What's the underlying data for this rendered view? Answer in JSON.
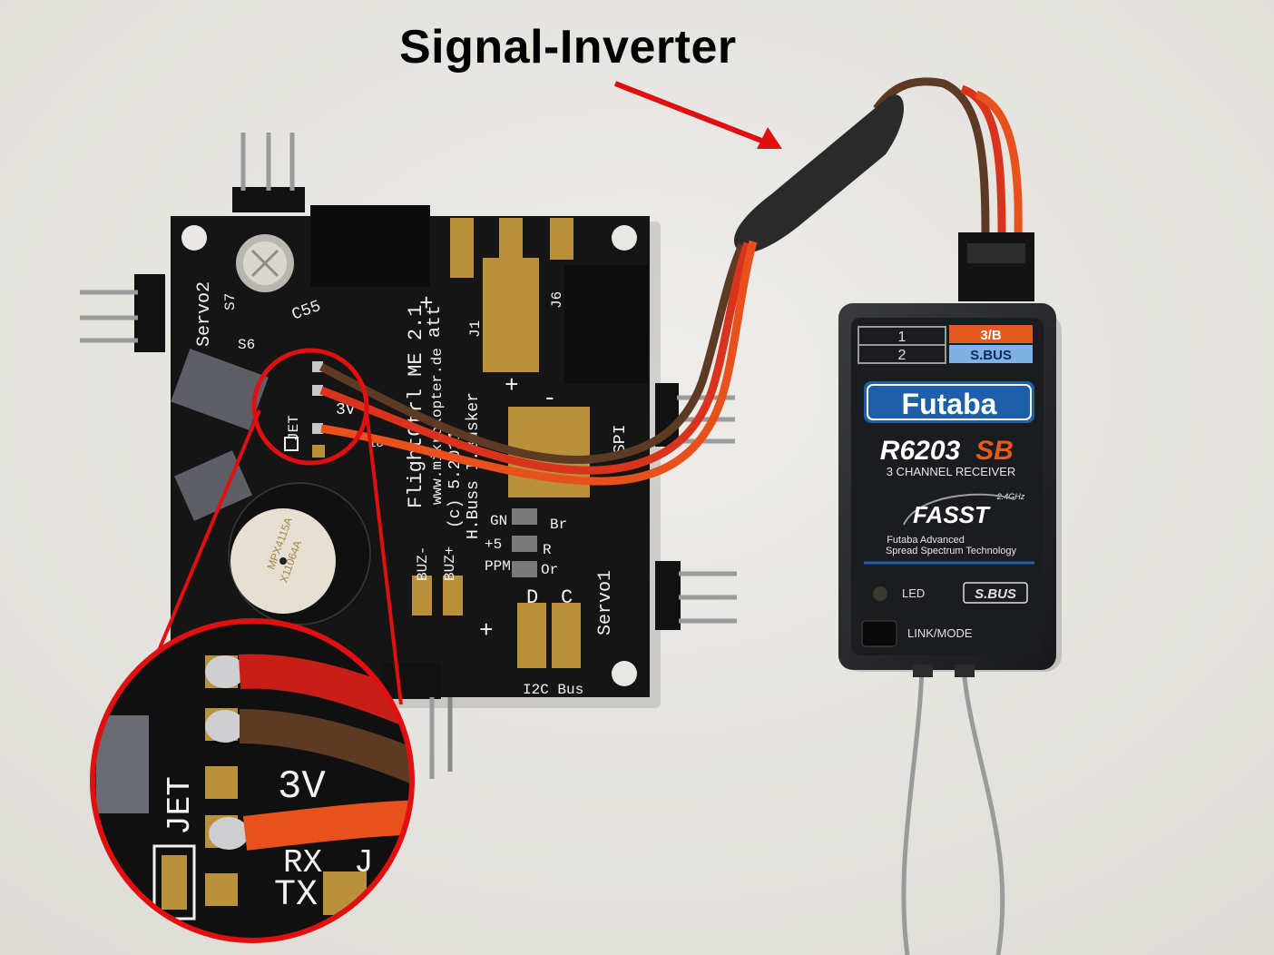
{
  "annotation": {
    "title": "Signal-Inverter",
    "arrow_color": "#e01010"
  },
  "flight_controller": {
    "silkscreen": {
      "servo2": "Servo2",
      "servo1": "Servo1",
      "s6": "S6",
      "s7": "S7",
      "c55": "C55",
      "jet": "JET",
      "v3": "3V",
      "board_name": "FlightCtrl ME 2.1",
      "website": "www.mikrokopter.de",
      "copyright": "(c) 5.2011",
      "author": "H.Buss I.Busker",
      "att": "att",
      "j1": "J1",
      "j6": "J6",
      "spi": "SPI",
      "plus_top": "+",
      "plus_mid": "+",
      "minus": "-",
      "gn": "GN",
      "br": "Br",
      "plus5": "+5",
      "r": "R",
      "ppm": "PPM",
      "or": "Or",
      "buz_minus": "BUZ-",
      "buz_plus": "BUZ+",
      "d": "D",
      "c": "C",
      "i2c_bus": "I2C Bus",
      "plus_bottom": "+",
      "j18": "18"
    },
    "buzzer_text": [
      "MPX4115A",
      "X11064A"
    ]
  },
  "zoom_inset": {
    "labels": {
      "v3": "3V",
      "jet": "JET",
      "rx": "RX",
      "tx": "TX",
      "j": "J"
    },
    "border_color": "#e01010"
  },
  "receiver": {
    "brand": "Futaba",
    "model_prefix": "R6203",
    "model_suffix": "SB",
    "subtitle": "3 CHANNEL RECEIVER",
    "freq": "2.4GHz",
    "fasst": "FASST",
    "tech_line1": "Futaba Advanced",
    "tech_line2": "Spread Spectrum Technology",
    "port1": "1",
    "port2": "2",
    "port3b": "3/B",
    "sbus_tag": "S.BUS",
    "led": "LED",
    "sbus_logo": "S.BUS",
    "link_mode": "LINK/MODE",
    "accent_blue": "#1f5fa8",
    "accent_orange": "#e4591c"
  },
  "wires": {
    "red": "#d8331c",
    "brown": "#5c3a24",
    "orange": "#e8501c"
  }
}
